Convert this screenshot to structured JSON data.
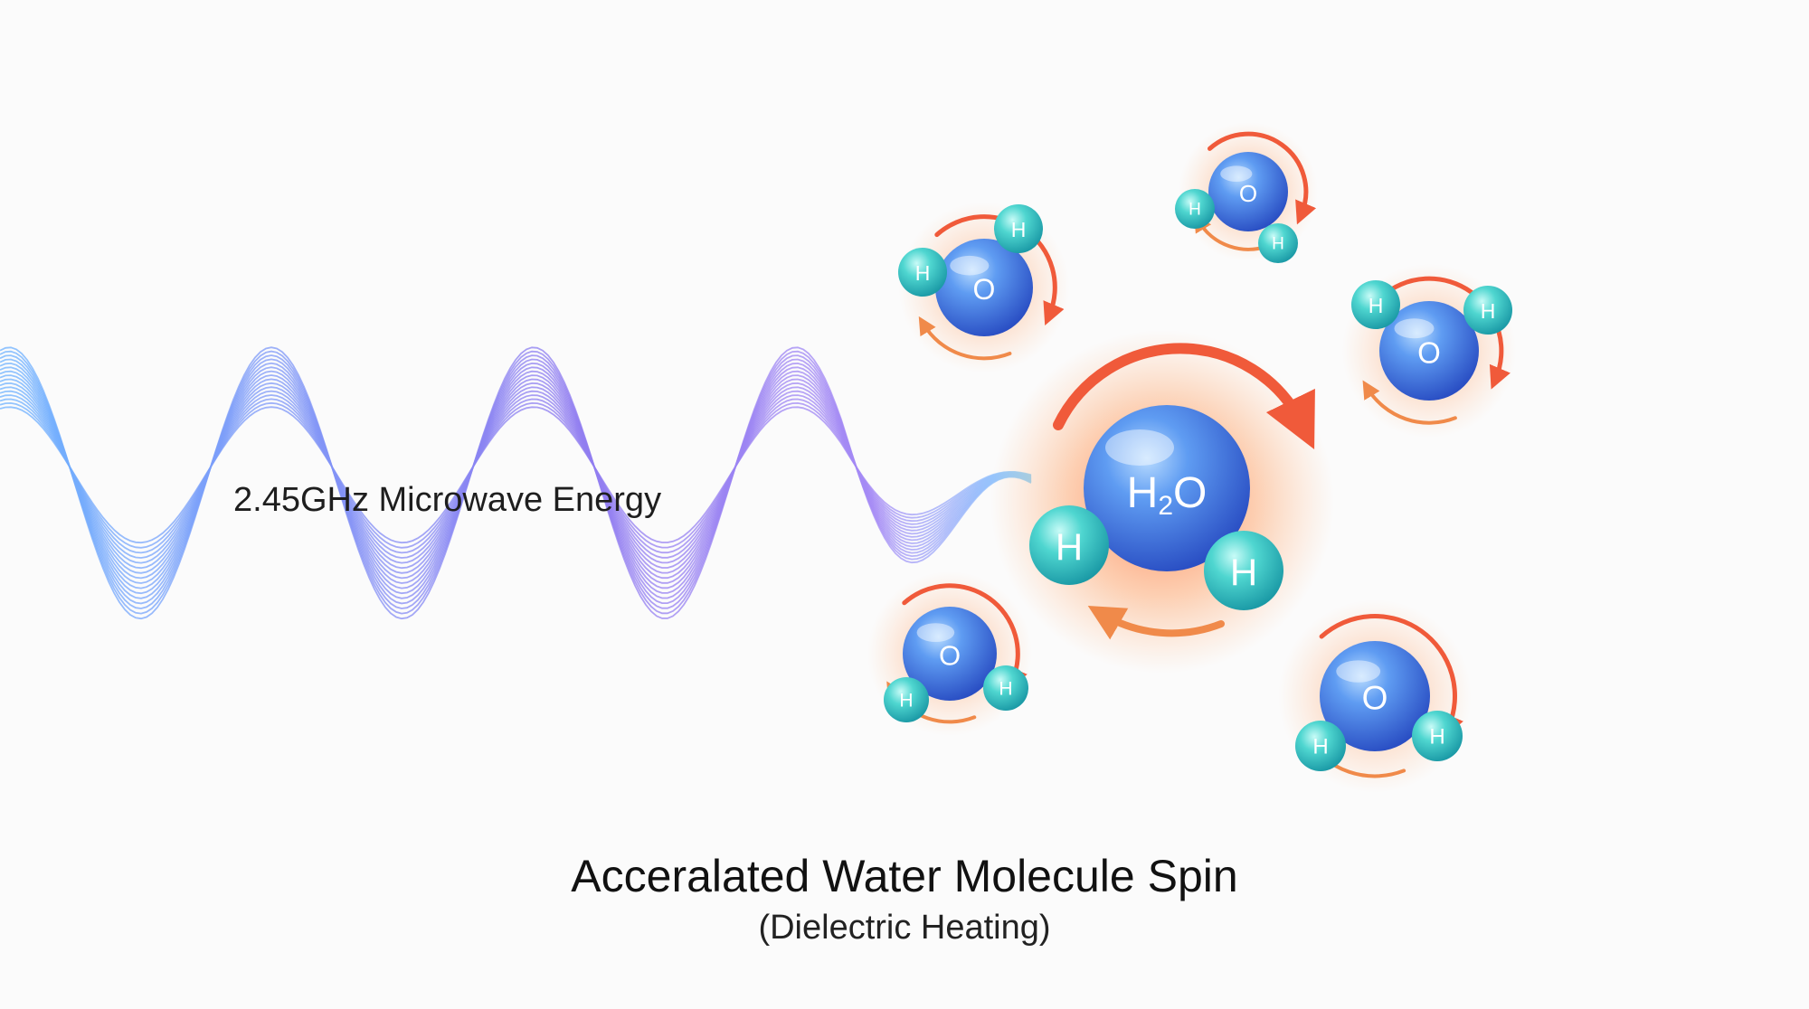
{
  "wave": {
    "label": "2.45GHz Microwave Energy",
    "colors": [
      "#6fb3ff",
      "#8f7cf0",
      "#b38cf5"
    ]
  },
  "central_molecule": {
    "label_main": "H",
    "label_subscript": "2",
    "label_tail": "O",
    "h_label": "H"
  },
  "small_molecules": [
    {
      "o_label": "O",
      "h1_label": "H",
      "h2_label": "H"
    },
    {
      "o_label": "O",
      "h1_label": "H",
      "h2_label": "H"
    },
    {
      "o_label": "O",
      "h1_label": "H",
      "h2_label": "H"
    },
    {
      "o_label": "O",
      "h1_label": "H",
      "h2_label": "H"
    },
    {
      "o_label": "O",
      "h1_label": "H",
      "h2_label": "H"
    }
  ],
  "caption": {
    "title": "Acceralated Water Molecule Spin",
    "subtitle": "(Dielectric Heating)"
  },
  "colors": {
    "oxygen": "#3f7ee8",
    "hydrogen": "#3ec9c9",
    "heat": "#f05a3a",
    "heat_glow": "#ff9a5a"
  }
}
